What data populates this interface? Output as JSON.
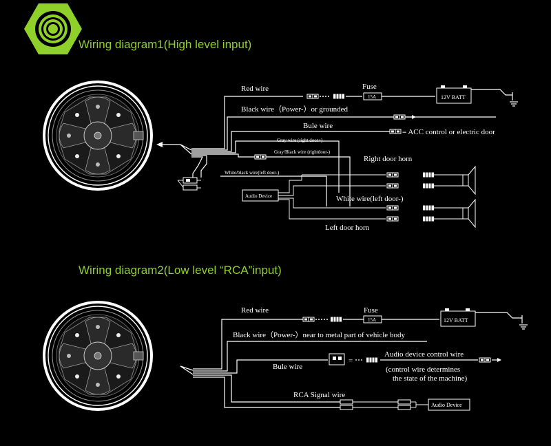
{
  "diagram1": {
    "title": "Wiring diagram1(High level input)",
    "red_wire": "Red wire",
    "fuse": "Fuse",
    "fuse_rating": "15A",
    "battery": "12V BATT",
    "black_wire": "Black wire（Power-）or grounded",
    "blue_wire": "Bule wire",
    "acc_label": "= ACC control or electric door",
    "gray_wire": "Gray wire (right door+)",
    "gray_black_wire": "Gray/Black wire (rightdoor-)",
    "right_door_horn": "Right door horn",
    "white_black_wire": "White/black wire(left door-)",
    "audio_device": "Audio Device",
    "white_wire": "White wire(left door-)",
    "left_door_horn": "Left door horn"
  },
  "diagram2": {
    "title": "Wiring diagram2(Low level “RCA”input)",
    "red_wire": "Red wire",
    "fuse": "Fuse",
    "fuse_rating": "15A",
    "battery": "12V BATT",
    "black_wire": "Black wire（Power-）near to metal part of vehicle body",
    "blue_wire": "Bule wire",
    "control_wire": "Audio device control wire",
    "control_note_1": "(control wire determines",
    "control_note_2": "the state of the machine)",
    "rca_wire": "RCA Signal wire",
    "audio_device": "Audio Device"
  },
  "colors": {
    "accent": "#8fd12a",
    "line": "#ffffff",
    "background": "#000000"
  }
}
